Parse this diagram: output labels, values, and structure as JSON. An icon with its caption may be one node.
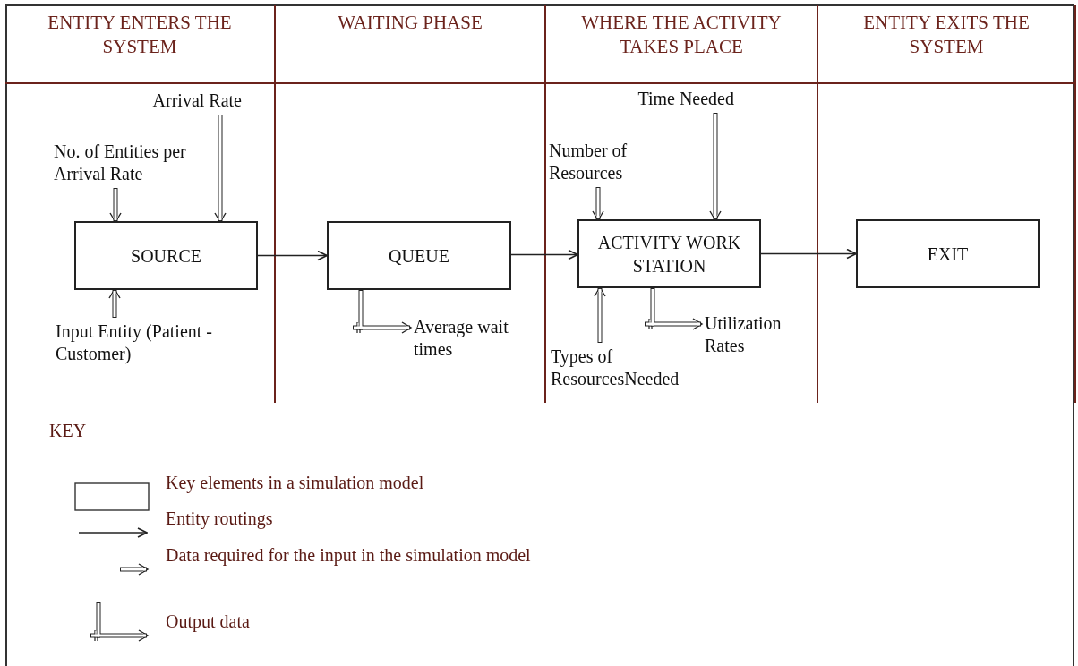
{
  "diagram": {
    "nodes": [
      {
        "text": [
          "ENTITY ENTERS THE SYSTEM"
        ]
      },
      {
        "text": [
          "WAITING PHASE"
        ]
      },
      {
        "text": [
          "WHERE THE ACTIVITY TAKES PLACE"
        ]
      },
      {
        "text": [
          "ENTITY EXITS THE SYSTEM"
        ]
      },
      {
        "text": [
          "SOURCE"
        ],
        "in": 0
      },
      {
        "text": [
          "Arrival Rate"
        ],
        "in": 0
      },
      {
        "text": [
          "No. of Entities per Arrival Rate"
        ],
        "in": 0
      },
      {
        "text": [
          "Input Entity (Patient - Customer)"
        ],
        "in": 0
      },
      {
        "text": [
          "QUEUE"
        ],
        "in": 1
      },
      {
        "text": [
          "Average wait times"
        ],
        "in": 1
      },
      {
        "text": [
          "ACTIVITY WORK STATION"
        ],
        "in": 2
      },
      {
        "text": [
          "Time Needed"
        ],
        "in": 2
      },
      {
        "text": [
          "Number of Resources"
        ],
        "in": 2
      },
      {
        "text": [
          "Types of ResourcesNeeded"
        ],
        "in": 2
      },
      {
        "text": [
          "Utilization Rates"
        ],
        "in": 2
      },
      {
        "text": [
          "EXIT"
        ],
        "in": 3
      }
    ],
    "edges": [
      {
        "from": 4,
        "to": 8,
        "arrow": "to"
      },
      {
        "from": 8,
        "to": 10,
        "arrow": "to"
      },
      {
        "from": 10,
        "to": 15,
        "arrow": "to"
      },
      {
        "from": 5,
        "to": 4,
        "arrow": "to"
      },
      {
        "from": 6,
        "to": 4,
        "arrow": "to"
      },
      {
        "from": 7,
        "to": 4,
        "arrow": "to"
      },
      {
        "from": 8,
        "to": 9,
        "arrow": "to"
      },
      {
        "from": 11,
        "to": 10,
        "arrow": "to"
      },
      {
        "from": 12,
        "to": 10,
        "arrow": "to"
      },
      {
        "from": 13,
        "to": 10,
        "arrow": "to"
      },
      {
        "from": 10,
        "to": 14,
        "arrow": "to"
      }
    ],
    "labels": [
      "KEY"
    ],
    "legend": [
      {
        "text": "Key elements in a simulation model"
      },
      {
        "text": "Entity routings"
      },
      {
        "text": "Data required for the input in the simulation model"
      },
      {
        "text": "Output data"
      }
    ]
  }
}
